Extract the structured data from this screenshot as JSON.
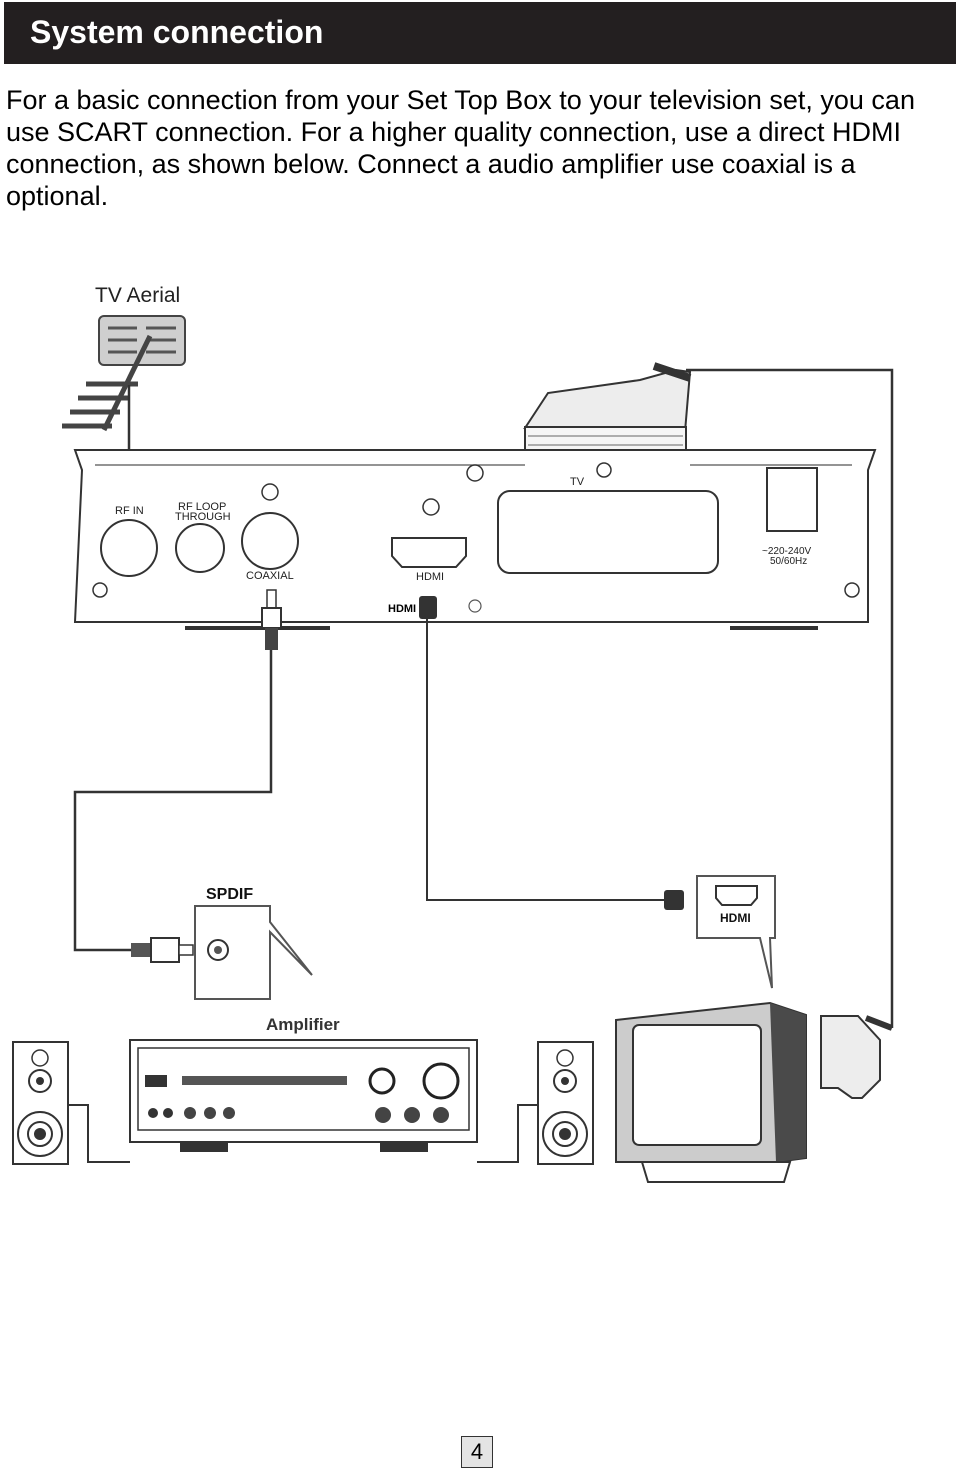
{
  "header": {
    "title": "System connection"
  },
  "intro_text": "For a basic connection from your Set Top Box to your television set, you can use SCART connection.  For a higher quality connection, use a direct HDMI connection, as shown below. Connect a audio amplifier use coaxial is a optional.",
  "diagram": {
    "aerial_label": "TV Aerial",
    "rf_in_label": "RF IN",
    "rf_loop_label_1": "RF LOOP",
    "rf_loop_label_2": "THROUGH",
    "coaxial_label": "COAXIAL",
    "hdmi_port_label": "HDMI",
    "scart_label": "TV",
    "power_label_1": "~220-240V",
    "power_label_2": "50/60Hz",
    "hdmi_logo": "HDMI",
    "spdif_label": "SPDIF",
    "tv_hdmi_label": "HDMI",
    "amplifier_label": "Amplifier"
  },
  "page_number": "4"
}
